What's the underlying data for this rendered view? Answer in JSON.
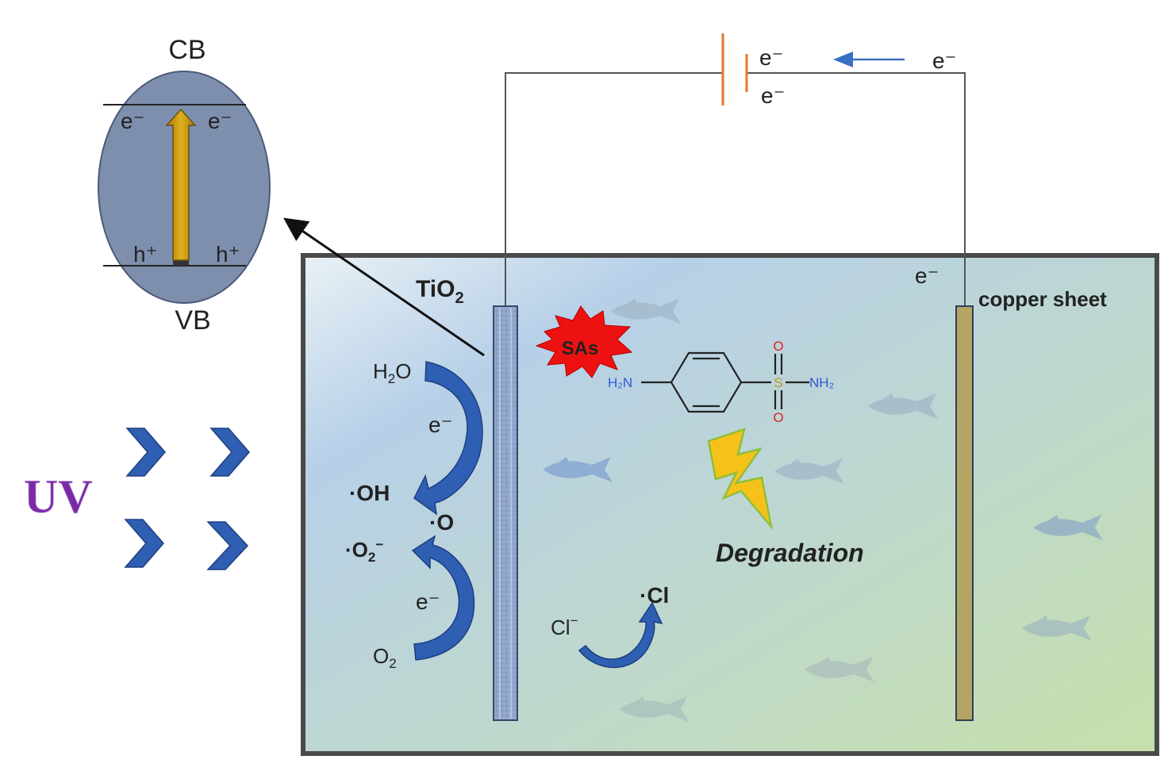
{
  "band": {
    "cb": "CB",
    "vb": "VB",
    "electron": "e⁻",
    "hole": "h⁺"
  },
  "circuit": {
    "electron": "e⁻"
  },
  "tank": {
    "anode_label": "TiO",
    "anode_sub": "2",
    "cathode_label": "copper sheet",
    "cathode_electron": "e⁻"
  },
  "uv": "UV",
  "reactions": {
    "h2o_h": "H",
    "h2o_sub": "2",
    "h2o_o": "O",
    "electron": "e⁻",
    "oh": "·OH",
    "o_rad": "·O",
    "o2_rad": "·O",
    "o2_rad_sub": "2",
    "o2_rad_sup": "−",
    "o2_o": "O",
    "o2_sub": "2",
    "cl_ion": "Cl",
    "cl_ion_sup": "−",
    "cl_rad": "·Cl"
  },
  "pollutant": {
    "badge": "SAs",
    "h2n": "H₂N",
    "s": "S",
    "o": "O",
    "nh2": "NH₂"
  },
  "degradation": "Degradation",
  "colors": {
    "band_fill": "#7e8fae",
    "arrow_blue": "#2f5fb3",
    "battery": "#e07a2e",
    "copper": "#b5a565",
    "electrode_blue": "#8fa5cc",
    "burst_red": "#ee1111",
    "lightning": "#f6c21a"
  }
}
